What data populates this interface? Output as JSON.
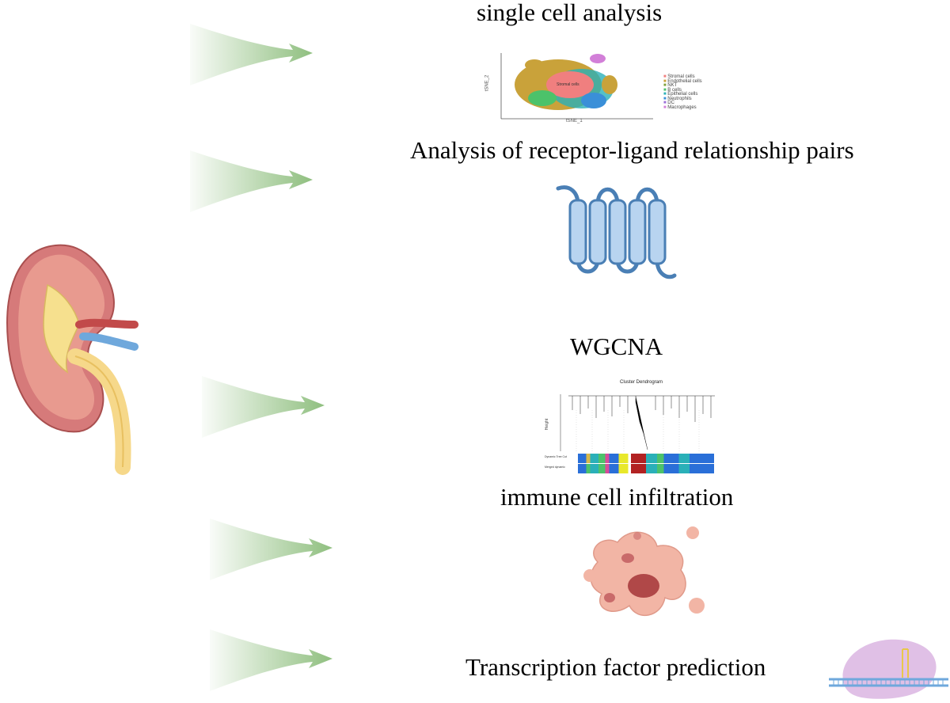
{
  "steps": [
    {
      "title": "single cell analysis",
      "icon": "tsne-plot-icon"
    },
    {
      "title": "Analysis of receptor-ligand relationship pairs",
      "icon": "membrane-receptor-icon"
    },
    {
      "title": "WGCNA",
      "icon": "cluster-dendrogram-icon"
    },
    {
      "title": "immune cell infiltration",
      "icon": "tissue-cells-icon"
    },
    {
      "title": "Transcription factor prediction",
      "icon": "dna-binding-icon"
    }
  ],
  "tsne": {
    "xlabel": "tSNE_1",
    "ylabel": "tSNE_2",
    "legend": [
      "Stromal cells",
      "Endothelial cells",
      "NKT",
      "B cells",
      "Epithelial cells",
      "Neutrophils",
      "DC",
      "Macrophages"
    ],
    "cluster_label": "Stromal cells"
  },
  "dendrogram": {
    "title": "Cluster Dendrogram",
    "ylabel": "Height",
    "row1": "Dynamic Tree Cut",
    "row2": "Merged dynamic"
  },
  "colors": {
    "arrow": "#8fbf7f",
    "receptor_fill": "#b8d4f0",
    "receptor_stroke": "#4a7fb5",
    "kidney_outer": "#d67a7a",
    "tissue_fill": "#f2b5a5"
  }
}
